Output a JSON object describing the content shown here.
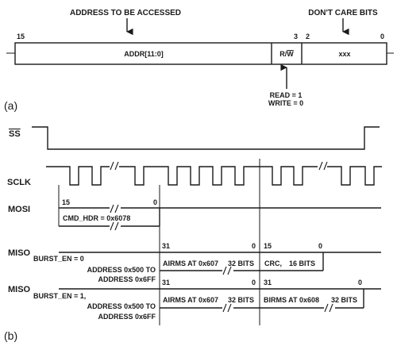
{
  "panel_a": {
    "label": "(a)",
    "address_callout": "ADDRESS TO BE ACCESSED",
    "dont_care_callout": "DON'T CARE BITS",
    "bit_15": "15",
    "bit_3": "3",
    "bit_2": "2",
    "bit_0": "0",
    "field_addr": "ADDR[11:0]",
    "field_rw_prefix": "R/",
    "field_rw_bar": "W",
    "field_dontcare": "xxx",
    "read_note": "READ = 1",
    "write_note": "WRITE = 0"
  },
  "panel_b": {
    "label": "(b)",
    "ss_label": "SS",
    "sclk_label": "SCLK",
    "mosi_label": "MOSI",
    "miso_label_1": "MISO",
    "miso_label_2": "MISO",
    "mosi_bit_15": "15",
    "mosi_bit_0": "0",
    "cmd_hdr": "CMD_HDR = 0x6078",
    "burst0_line1": "BURST_EN = 0",
    "burst0_line2": "ADDRESS 0x500 TO",
    "burst0_line3": "ADDRESS 0x6FF",
    "burst1_line1": "BURST_EN = 1,",
    "burst1_line2": "ADDRESS 0x500 TO",
    "burst1_line3": "ADDRESS 0x6FF",
    "miso1_bit_31": "31",
    "miso1_bit_0": "0",
    "miso1_bit_15": "15",
    "miso1_bit_0b": "0",
    "miso1_seg1": "AIRMS AT 0x607",
    "miso1_seg1_bits": "32 BITS",
    "miso1_seg2": "CRC,",
    "miso1_seg2_bits": "16 BITS",
    "miso2_bit_31": "31",
    "miso2_bit_0": "0",
    "miso2_bit_31b": "31",
    "miso2_bit_0b": "0",
    "miso2_seg1": "AIRMS AT 0x607",
    "miso2_seg1_bits": "32 BITS",
    "miso2_seg2": "BIRMS AT 0x608",
    "miso2_seg2_bits": "32 BITS"
  }
}
